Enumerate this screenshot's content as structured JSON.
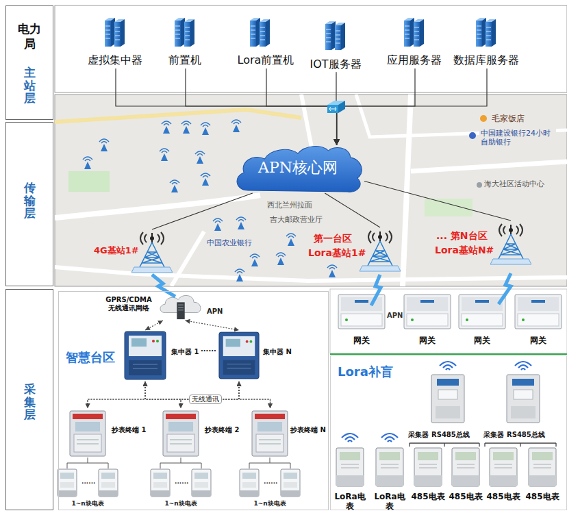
{
  "diagram": {
    "nodes": [
      {
        "text": [
          "电力局",
          "主站层"
        ]
      },
      {
        "text": [
          "传输层"
        ]
      },
      {
        "text": [
          "采集层"
        ]
      },
      {
        "text": [
          "虚拟集中器"
        ]
      },
      {
        "text": [
          "前置机"
        ]
      },
      {
        "text": [
          "Lora前置机"
        ]
      },
      {
        "text": [
          "IOT服务器"
        ]
      },
      {
        "text": [
          "应用服务器"
        ]
      },
      {
        "text": [
          "数据库服务器"
        ]
      },
      {
        "text": [
          "APN核心网"
        ]
      },
      {
        "text": [
          "4G基站1#"
        ]
      },
      {
        "text": [
          "第一台区",
          "Lora基站1#"
        ]
      },
      {
        "text": [
          "... 第N台区",
          "Lora基站N#"
        ]
      },
      {
        "text": [
          "智慧台区"
        ]
      },
      {
        "text": [
          "GPRS/CDMA 无线通讯网络"
        ],
        "in": 13
      },
      {
        "text": [
          "集中器 1"
        ],
        "in": 13
      },
      {
        "text": [
          "集中器 N"
        ],
        "in": 13
      },
      {
        "text": [
          "抄表终端 1"
        ],
        "in": 13
      },
      {
        "text": [
          "抄表终端 2"
        ],
        "in": 13
      },
      {
        "text": [
          "抄表终端 N"
        ],
        "in": 13
      },
      {
        "text": [
          "网关"
        ]
      },
      {
        "text": [
          "网关"
        ]
      },
      {
        "text": [
          "网关"
        ]
      },
      {
        "text": [
          "网关"
        ]
      },
      {
        "text": [
          "Lora补盲"
        ]
      },
      {
        "text": [
          "采集器"
        ],
        "in": 24
      },
      {
        "text": [
          "采集器"
        ],
        "in": 24
      },
      {
        "text": [
          "LoRa电表"
        ],
        "in": 24
      },
      {
        "text": [
          "LoRa电表"
        ],
        "in": 24
      },
      {
        "text": [
          "485电表"
        ],
        "in": 24
      },
      {
        "text": [
          "485电表"
        ],
        "in": 24
      },
      {
        "text": [
          "485电表"
        ],
        "in": 24
      },
      {
        "text": [
          "485电表"
        ],
        "in": 24
      }
    ],
    "edges": [
      {
        "from": 3,
        "to": 9,
        "arrow": "to"
      },
      {
        "from": 4,
        "to": 9,
        "arrow": "to"
      },
      {
        "from": 5,
        "to": 9,
        "arrow": "to"
      },
      {
        "from": 6,
        "to": 9,
        "arrow": "to"
      },
      {
        "from": 7,
        "to": 9,
        "arrow": "to"
      },
      {
        "from": 8,
        "to": 9,
        "arrow": "to"
      },
      {
        "from": 9,
        "to": 10,
        "arrow": "none"
      },
      {
        "from": 9,
        "to": 11,
        "arrow": "none"
      },
      {
        "from": 9,
        "to": 12,
        "arrow": "none"
      },
      {
        "from": 14,
        "to": 15,
        "arrow": "both"
      },
      {
        "from": 14,
        "to": 16,
        "arrow": "both"
      },
      {
        "from": 15,
        "to": 17,
        "arrow": "both"
      },
      {
        "from": 15,
        "to": 18,
        "arrow": "both"
      },
      {
        "from": 15,
        "to": 19,
        "arrow": "both"
      },
      {
        "from": 16,
        "to": 17,
        "arrow": "both"
      },
      {
        "from": 16,
        "to": 18,
        "arrow": "both"
      },
      {
        "from": 16,
        "to": 19,
        "arrow": "both"
      }
    ],
    "labels": [
      "毛家饭店",
      "中国建设银行24小时自助银行",
      "海大社区活动中心",
      "西北兰州拉面",
      "吉大邮政营业厅",
      "中国农业银行",
      "APN",
      "......",
      "APN",
      "无线通讯",
      "......",
      "1~n块电表",
      "......",
      "1~n块电表",
      "......",
      "1~n块电表",
      "RS485总线",
      "RS485总线"
    ]
  }
}
